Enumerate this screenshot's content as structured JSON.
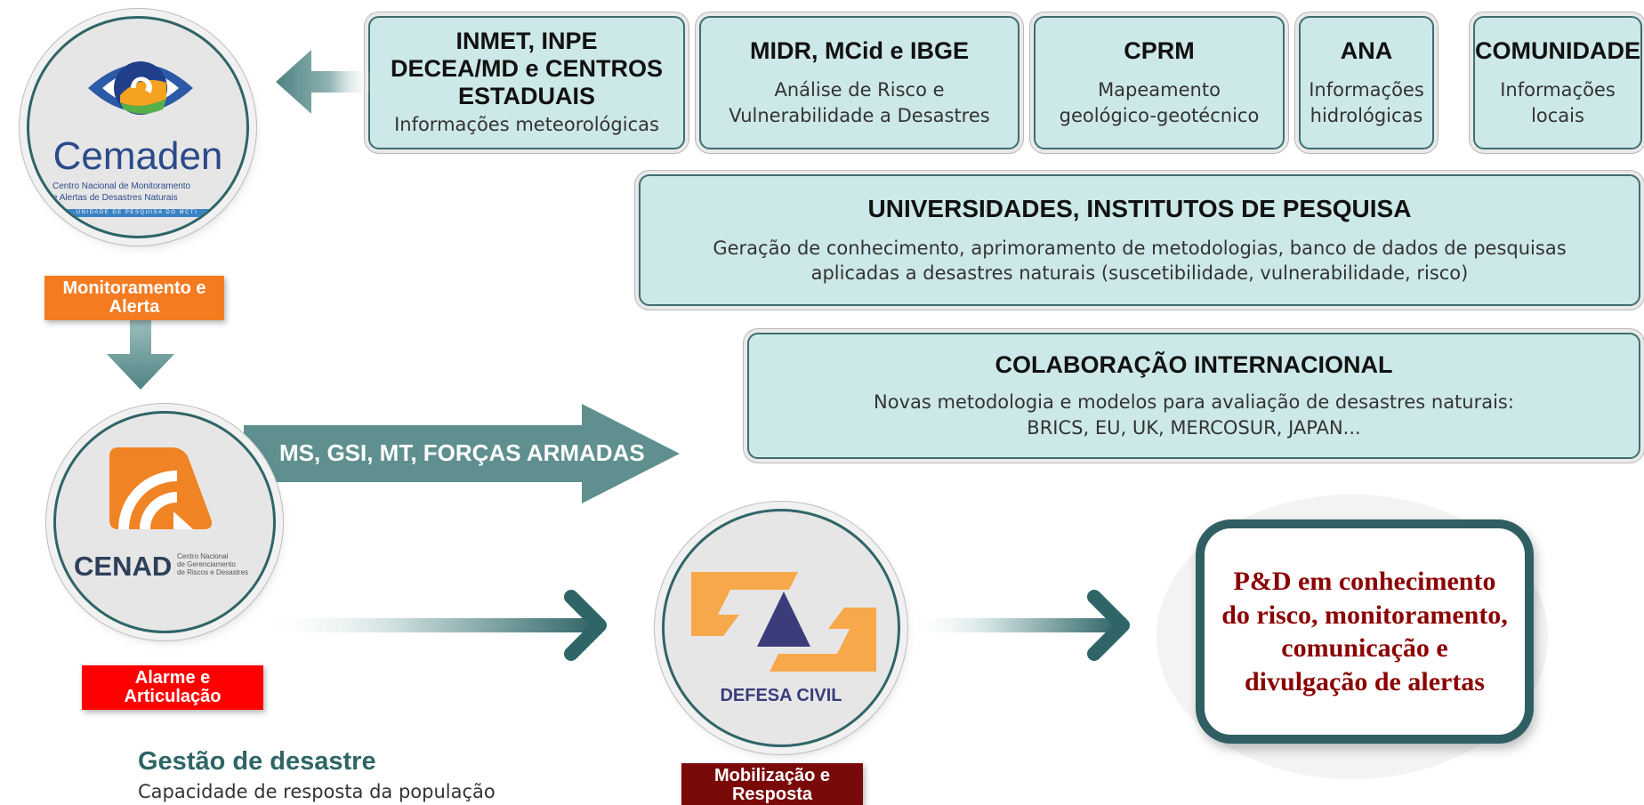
{
  "agencies": [
    {
      "title": "INMET, INPE\nDECEA/MD e CENTROS\nESTADUAIS",
      "text": "Informações meteorológicas"
    },
    {
      "title": "MIDR, MCid e IBGE",
      "text": "Análise de Risco e\nVulnerabilidade a Desastres"
    },
    {
      "title": "CPRM",
      "text": "Mapeamento\ngeológico-geotécnico"
    },
    {
      "title": "ANA",
      "text": "Informações\nhidrológicas"
    },
    {
      "title": "COMUNIDADE",
      "text": "Informações\nlocais"
    }
  ],
  "universities": {
    "title": "UNIVERSIDADES, INSTITUTOS DE PESQUISA",
    "text": "Geração de conhecimento, aprimoramento de metodologias, banco de dados de pesquisas\naplicadas a desastres naturais (suscetibilidade, vulnerabilidade, risco)"
  },
  "international": {
    "title": "COLABORAÇÃO INTERNACIONAL",
    "text": "Novas metodologia e modelos para avaliação de desastres naturais:\nBRICS, EU, UK, MERCOSUR, JAPAN..."
  },
  "cemaden": {
    "name": "Cemaden",
    "subtitle": "Centro Nacional de Monitoramento\ne Alertas de Desastres Naturais",
    "band": "UNIDADE DE PESQUISA DO MCTI"
  },
  "cenad": {
    "name": "CENAD",
    "subtitle": "Centro Nacional\nde Gerenciamento\nde Riscos e Desastres"
  },
  "defesa": {
    "name": "DEFESA CIVIL"
  },
  "tags": {
    "monitoramento": "Monitoramento e\nAlerta",
    "alarme": "Alarme e\nArticulação",
    "mobilizacao": "Mobilização e\nResposta"
  },
  "arrow_label": "MS, GSI, MT, FORÇAS ARMADAS",
  "gestao": {
    "title": "Gestão de desastre",
    "text": "Capacidade de resposta da população"
  },
  "pd_box": "P&D em conhecimento\ndo risco, monitoramento,\ncomunicação e\ndivulgação de alertas",
  "colors": {
    "teal_dark": "#2f6567",
    "teal_arrow": "#5f8f8f",
    "panel_bg": "#cde8e8",
    "orange": "#f47b20",
    "red": "#ff0000",
    "maroon": "#7a0a0a",
    "pd_text": "#8b0000"
  }
}
